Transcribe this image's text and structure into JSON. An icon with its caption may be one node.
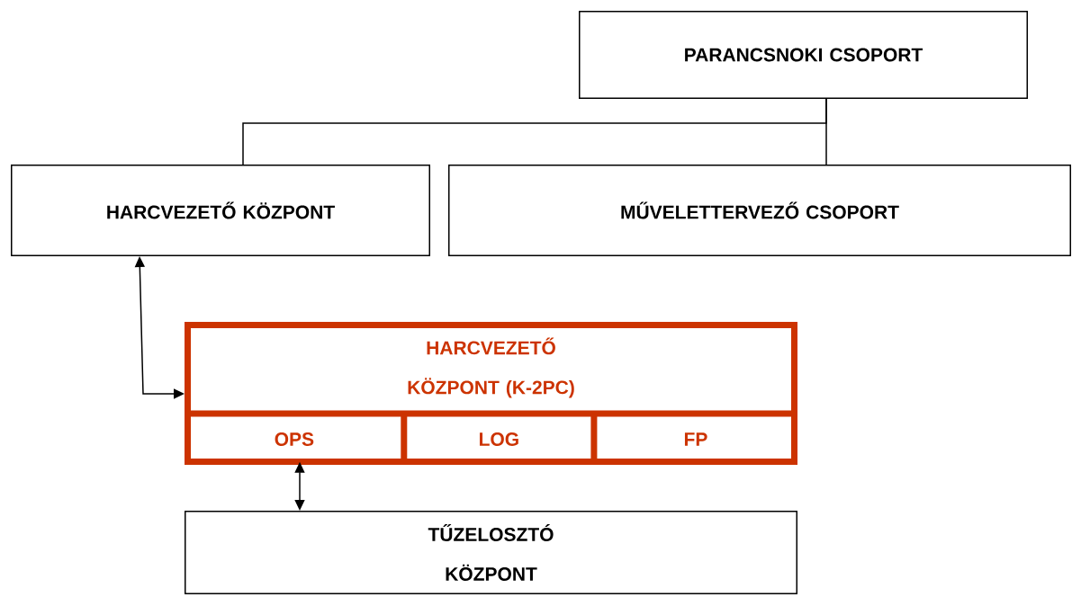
{
  "diagram": {
    "nodes": [
      {
        "text": [
          "PARANCSNOKI CSOPORT"
        ]
      },
      {
        "text": [
          "HARCVEZETŐ KÖZPONT"
        ]
      },
      {
        "text": [
          "MŰVELETTERVEZŐ CSOPORT"
        ]
      },
      {
        "text": [
          "HARCVEZETŐ KÖZPONT (K-2PC)"
        ]
      },
      {
        "text": [
          "OPS"
        ],
        "in": 3
      },
      {
        "text": [
          "LOG"
        ],
        "in": 3
      },
      {
        "text": [
          "FP"
        ],
        "in": 3
      },
      {
        "text": [
          "TŰZELOSZTÓ KÖZPONT"
        ]
      }
    ],
    "edges": [
      {
        "from": 0,
        "to": 1,
        "arrow": "none"
      },
      {
        "from": 0,
        "to": 2,
        "arrow": "none"
      },
      {
        "from": 1,
        "to": 3,
        "arrow": "both"
      },
      {
        "from": 4,
        "to": 7,
        "arrow": "both"
      }
    ]
  }
}
